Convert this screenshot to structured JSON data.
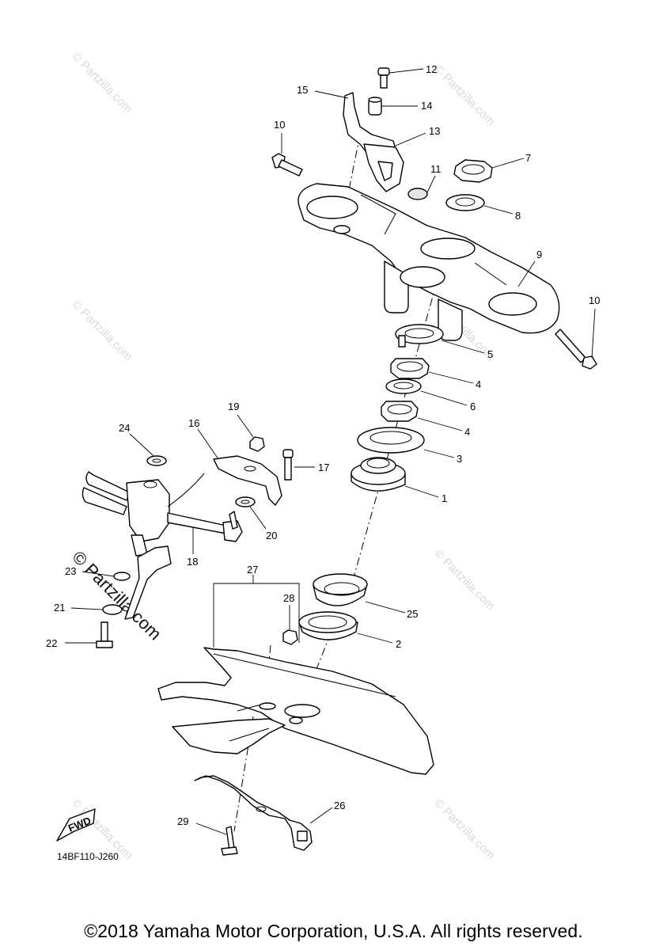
{
  "watermark": "© Partzilla.com",
  "diagram_code": "14BF110-J260",
  "fwd_label": "FWD",
  "copyright": "©2018 Yamaha Motor Corporation, U.S.A. All rights reserved.",
  "callouts": {
    "c1": "1",
    "c2": "2",
    "c3": "3",
    "c4a": "4",
    "c4b": "4",
    "c5": "5",
    "c6": "6",
    "c7": "7",
    "c8": "8",
    "c9": "9",
    "c10a": "10",
    "c10b": "10",
    "c11": "11",
    "c12": "12",
    "c13": "13",
    "c14": "14",
    "c15": "15",
    "c16": "16",
    "c17": "17",
    "c18": "18",
    "c19": "19",
    "c20": "20",
    "c21": "21",
    "c22": "22",
    "c23": "23",
    "c24": "24",
    "c25": "25",
    "c26": "26",
    "c27": "27",
    "c28": "28",
    "c29": "29"
  }
}
